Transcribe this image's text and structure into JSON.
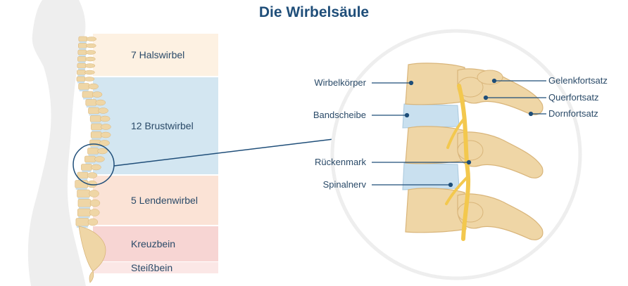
{
  "title": "Die Wirbelsäule",
  "regions": [
    {
      "label": "7 Halswirbel",
      "color": "#fdf1e2"
    },
    {
      "label": "12 Brustwirbel",
      "color": "#d3e6f1"
    },
    {
      "label": "5 Lendenwirbel",
      "color": "#fbe3d6"
    },
    {
      "label": "Kreuzbein",
      "color": "#f7d5d3"
    },
    {
      "label": "Steißbein",
      "color": "#fbe7e6"
    }
  ],
  "detail_labels": {
    "left": [
      "Wirbelkörper",
      "Bandscheibe",
      "Rückenmark",
      "Spinalnerv"
    ],
    "right": [
      "Gelenkfortsatz",
      "Querfortsatz",
      "Dornfortsatz"
    ]
  },
  "colors": {
    "title": "#1f4e79",
    "text": "#2a4a68",
    "line": "#1f4e79",
    "bone": "#efd6a6",
    "bone_dark": "#d9b57a",
    "disc": "#c9e0ef",
    "nerve": "#f3c84e",
    "silhouette": "#eeeeee"
  }
}
